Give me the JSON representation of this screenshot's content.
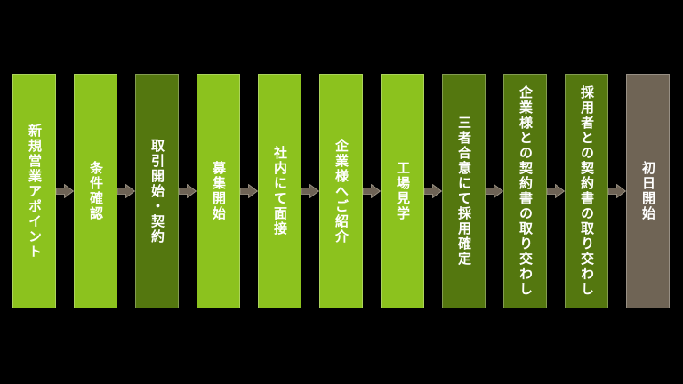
{
  "diagram": {
    "type": "process-flow",
    "direction": "left-to-right",
    "colors": {
      "background": "#000000",
      "light_green": "#8CC21E",
      "dark_green": "#54770F",
      "brown": "#6F6455",
      "arrow_fill": "#6E6355",
      "arrow_outline": "#A39A8B",
      "text": "#FFFFFF"
    },
    "steps": [
      {
        "label": "新規営業アポイント",
        "variant": "light"
      },
      {
        "label": "条件確認",
        "variant": "light"
      },
      {
        "label": "取引開始・契約",
        "variant": "dark"
      },
      {
        "label": "募集開始",
        "variant": "light"
      },
      {
        "label": "社内にて面接",
        "variant": "light"
      },
      {
        "label": "企業様へご紹介",
        "variant": "light"
      },
      {
        "label": "工場見学",
        "variant": "light"
      },
      {
        "label": "三者合意にて採用確定",
        "variant": "dark"
      },
      {
        "label": "企業様との契約書の取り交わし",
        "variant": "dark"
      },
      {
        "label": "採用者との契約書の取り交わし",
        "variant": "dark"
      },
      {
        "label": "初日開始",
        "variant": "brown"
      }
    ]
  }
}
